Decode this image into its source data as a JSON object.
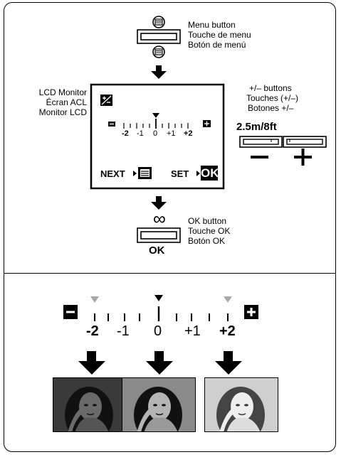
{
  "menu_button": {
    "labels": [
      "Menu button",
      "Touche de menu",
      "Botón de menú"
    ]
  },
  "lcd_monitor": {
    "labels": [
      "LCD Monitor",
      "Écran ACL",
      "Monitor LCD"
    ],
    "scale_labels": [
      "-2",
      "-1",
      "0",
      "+1",
      "+2"
    ],
    "next_label": "NEXT",
    "set_label": "SET",
    "ok_glyph": "OK"
  },
  "plus_minus_buttons": {
    "labels": [
      "+/– buttons",
      "Touches (+/–)",
      "Botones +/–"
    ],
    "distance": "2.5m/8ft",
    "minus": "–",
    "plus": "+"
  },
  "ok_button": {
    "labels": [
      "OK button",
      "Touche OK",
      "Botón OK"
    ],
    "infinity": "∞",
    "caption": "OK"
  },
  "exposure_scale": {
    "labels": [
      "-2",
      "-1",
      "0",
      "+1",
      "+2"
    ],
    "minus": "–",
    "plus": "+"
  },
  "colors": {
    "dark_photo_bg": "#3a3a3a",
    "mid_photo_bg": "#8a8a8a",
    "light_photo_bg": "#cfcfcf",
    "grey_marker": "#a8a8a8"
  }
}
